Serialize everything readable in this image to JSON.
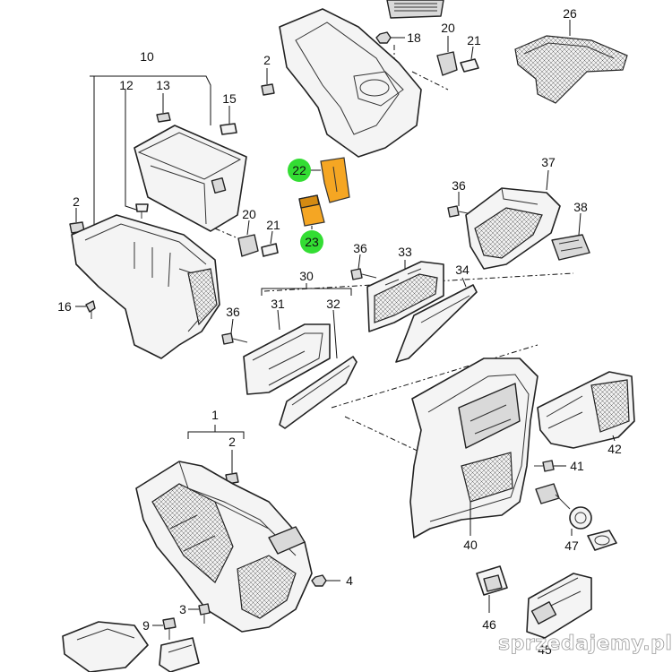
{
  "callouts": {
    "c1": "1",
    "c2a": "2",
    "c2b": "2",
    "c2c": "2",
    "c3": "3",
    "c4": "4",
    "c9": "9",
    "c10": "10",
    "c12": "12",
    "c13": "13",
    "c15": "15",
    "c16": "16",
    "c18": "18",
    "c20a": "20",
    "c20b": "20",
    "c21a": "21",
    "c21b": "21",
    "c22": "22",
    "c23": "23",
    "c26": "26",
    "c30": "30",
    "c31": "31",
    "c32": "32",
    "c33": "33",
    "c34": "34",
    "c36a": "36",
    "c36b": "36",
    "c36c": "36",
    "c37": "37",
    "c38": "38",
    "c40": "40",
    "c41": "41",
    "c42": "42",
    "c45": "45",
    "c46": "46",
    "c47": "47"
  },
  "highlight": {
    "bubble_color": "#33dd33",
    "part_color": "#f5a623"
  },
  "watermark": "sprzedajemy.pl"
}
